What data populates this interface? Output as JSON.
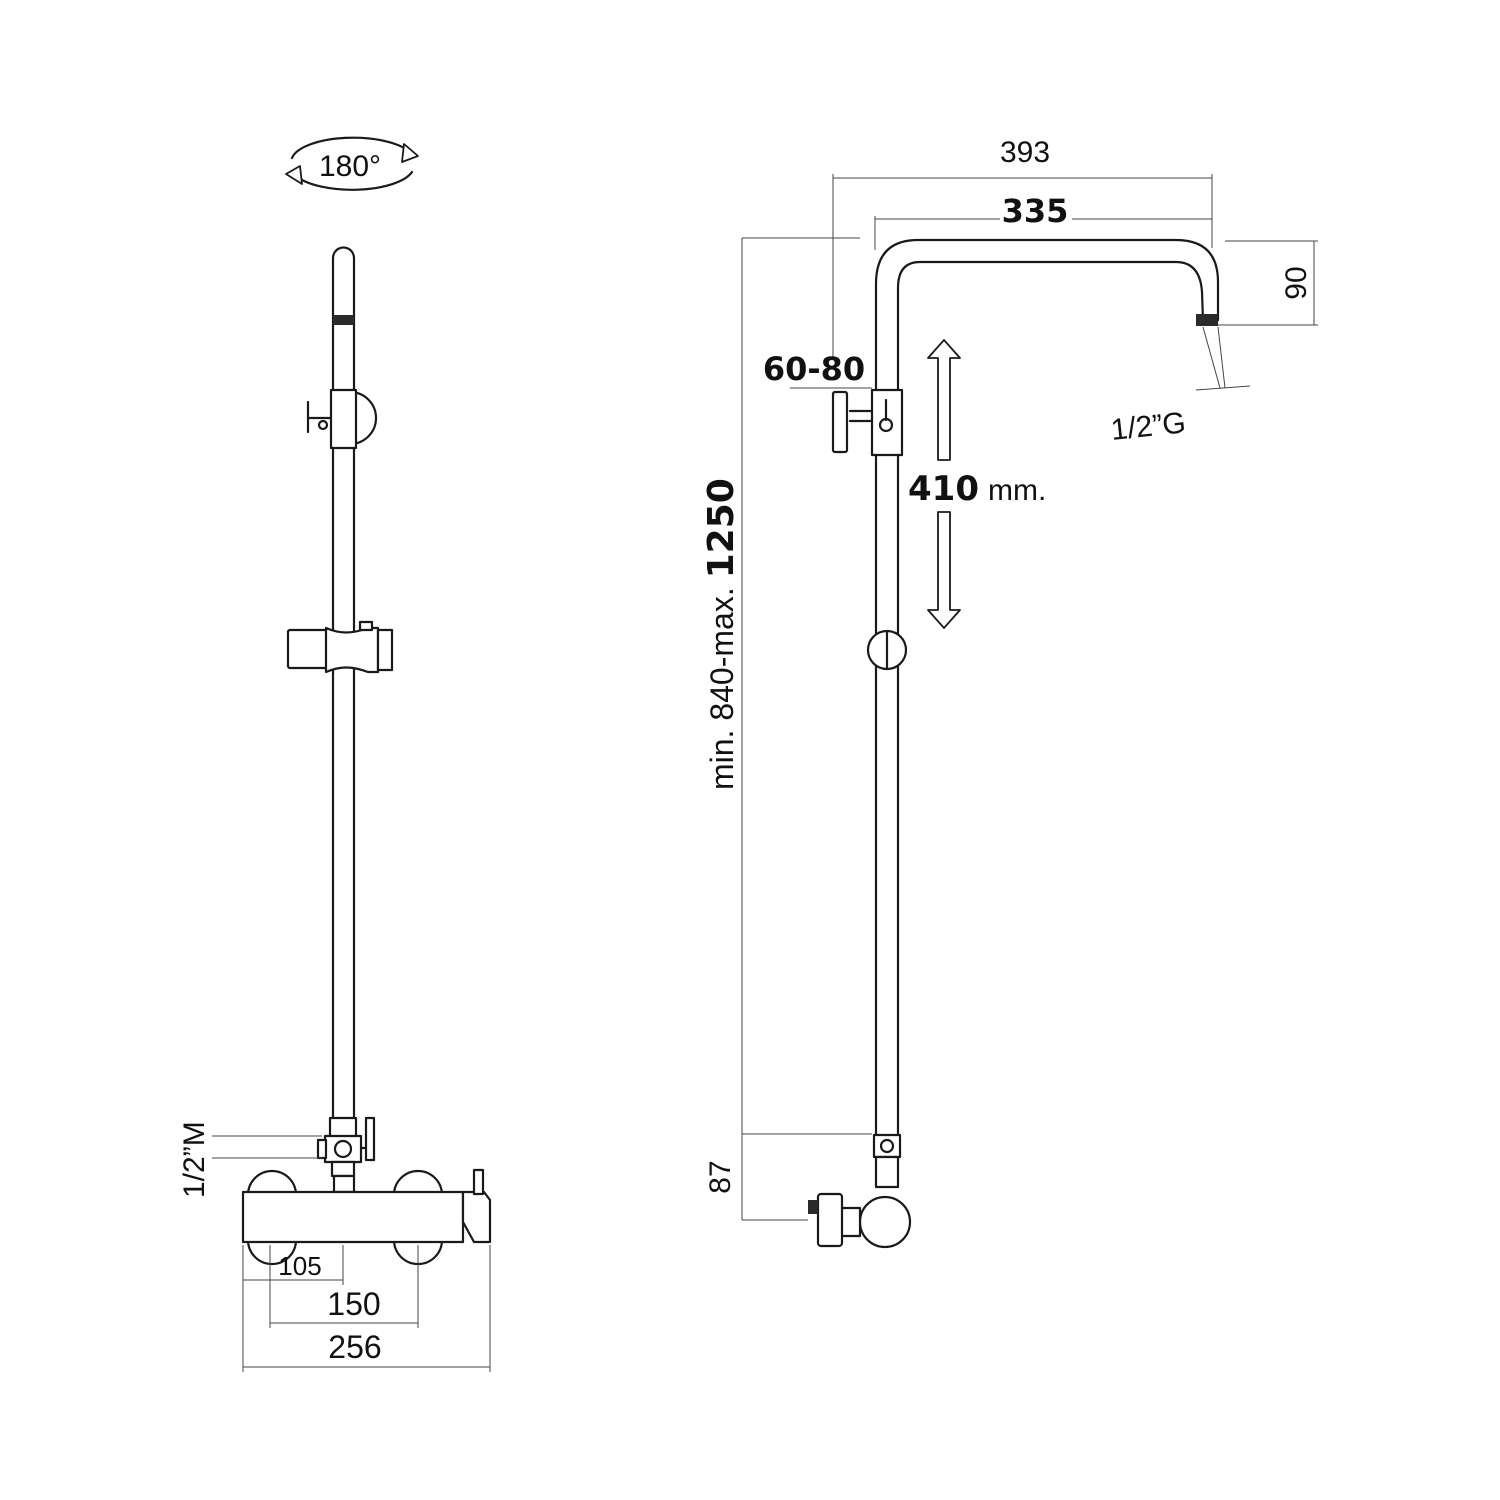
{
  "labels": {
    "rotation": "180°",
    "width_total": "393",
    "width_arm": "335",
    "arm_drop": "90",
    "outlet_thread": "1/2”G",
    "wall_distance": "60-80",
    "adjust_value": "410",
    "adjust_unit": "mm.",
    "height_prefix": "min. 840-max. ",
    "height_max": "1250",
    "inlet_offset": "87",
    "side_thread": "1/2”M",
    "dim_105": "105",
    "dim_150": "150",
    "dim_256": "256"
  }
}
